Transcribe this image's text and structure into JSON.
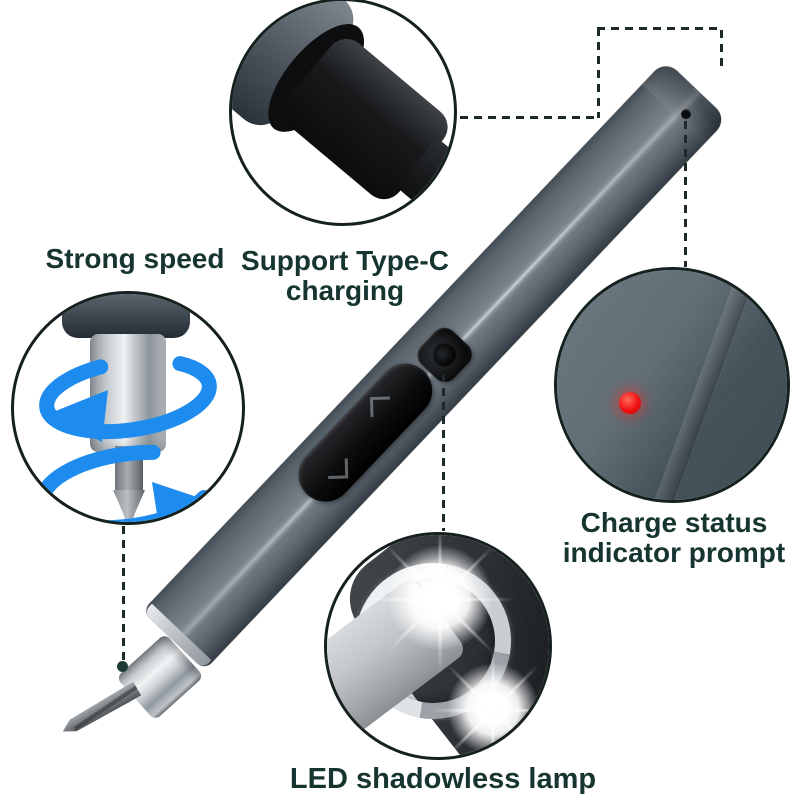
{
  "image_type": "product-feature-callout-photo",
  "product": {
    "name": "pen-style electric screwdriver"
  },
  "callouts": {
    "strong_speed": {
      "label": "Strong speed"
    },
    "type_c": {
      "line1": "Support Type-C",
      "line2": "charging"
    },
    "charge_status": {
      "line1": "Charge status",
      "line2": "indicator prompt"
    },
    "led_lamp": {
      "label": "LED shadowless lamp"
    }
  },
  "colors": {
    "label_text": "#173530",
    "dash_line": "#1c2b29",
    "circle_outline": "#14211e",
    "pen_body_gray": "#6a747d",
    "rotation_arrow_blue": "#1e8bee",
    "charge_led_red": "#ef1111",
    "lamp_flare_white": "#ffffff",
    "background": "#ffffff"
  }
}
